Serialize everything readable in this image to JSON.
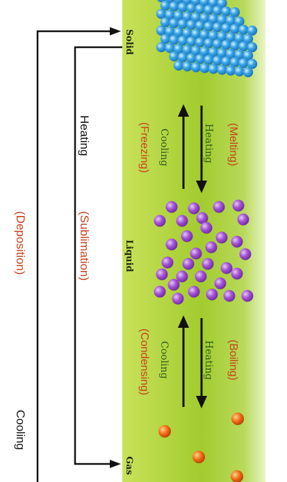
{
  "states": {
    "solid": "Solid",
    "liquid": "Liquid",
    "gas": "Gas"
  },
  "transitions": {
    "solid_liquid": {
      "down_label": "Heating",
      "down_process": "(Melting)",
      "up_label": "Cooling",
      "up_process": "(Freezing)"
    },
    "liquid_gas": {
      "down_label": "Heating",
      "down_process": "(Boiling)",
      "up_label": "Cooling",
      "up_process": "(Condensing)"
    }
  },
  "sublimation": {
    "label": "Heating",
    "process": "(Sublimation)"
  },
  "deposition": {
    "label": "Cooling",
    "process": "(Deposition)"
  },
  "colors": {
    "band_top": "#bfdc4a",
    "band_mid": "#9cca2a",
    "band_edge": "#e8f3bf",
    "solid_particle": "#3aa6e8",
    "liquid_particle": "#a34fd6",
    "gas_particle": "#ef6a14",
    "process_text": "#c8401c"
  }
}
